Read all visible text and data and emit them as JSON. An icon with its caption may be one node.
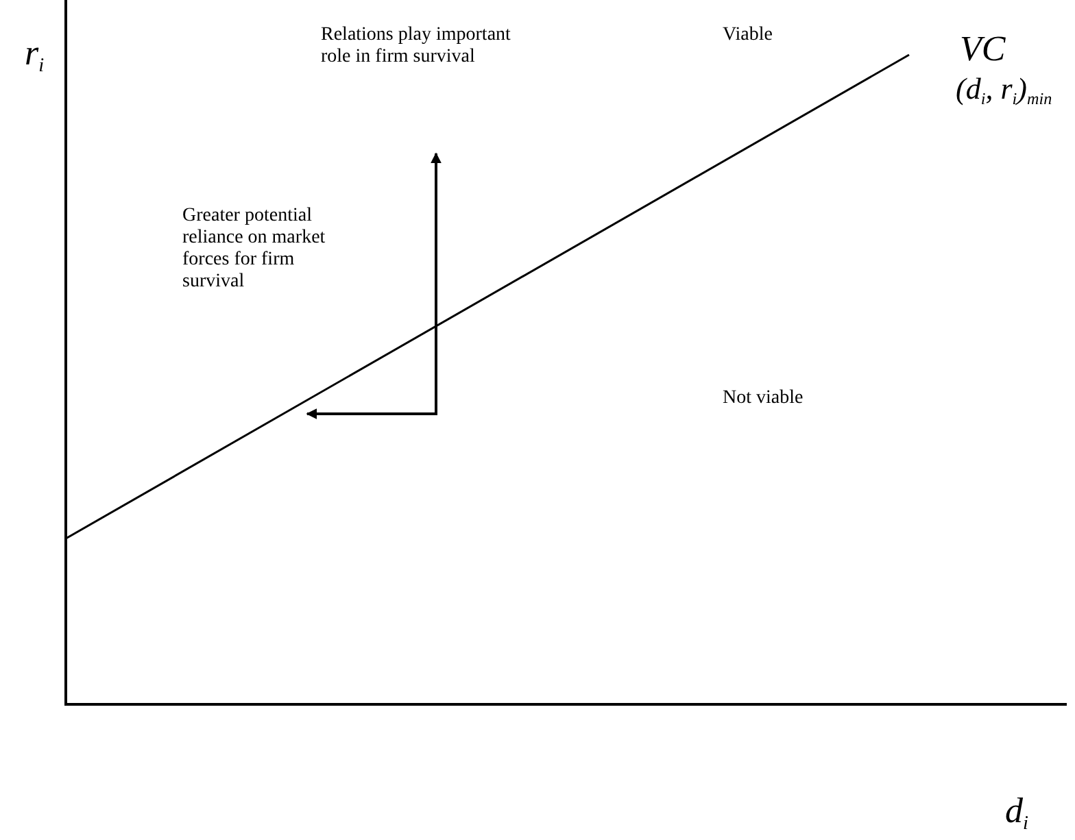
{
  "diagram": {
    "labels": [
      "r$_{i}$",
      "Relations play important role in firm survival",
      "Viable",
      "VC",
      "(d$_{i}$, r$_{i}$)$_{min}$",
      "Greater potential reliance on market forces for firm survival",
      "Not viable",
      "d$_{i}$"
    ]
  }
}
